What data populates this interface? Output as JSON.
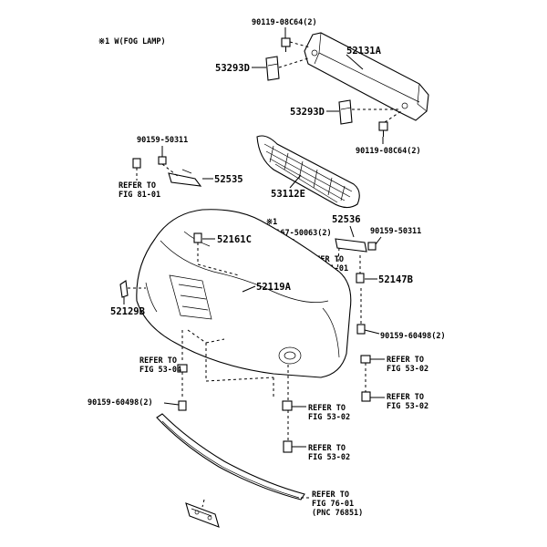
{
  "header": {
    "note": "※1 W(FOG LAMP)"
  },
  "colors": {
    "highlight": "#FFFF3C",
    "ink": "#000000",
    "background": "#FFFFFF"
  },
  "labels": {
    "p90119_top": "90119-08C64(2)",
    "p52131A": "52131A",
    "p53293D_top": "53293D",
    "p53293D_mid": "53293D",
    "p90119_mid": "90119-08C64(2)",
    "p90159_a": "90159-50311",
    "p52535": "52535",
    "refer_81_a_1": "REFER TO",
    "refer_81_a_2": "FIG 81-01",
    "p53112E": "53112E",
    "note_ref": "※1",
    "p90167": "90167-50063(2)",
    "p52536": "52536",
    "p90159_b": "90159-50311",
    "p52161C": "52161C",
    "refer_81_b_1": "REFER TO",
    "refer_81_b_2": "FIG 81-01",
    "p52147B": "52147B",
    "p52119A": "52119A",
    "p52129B": "52129B",
    "p90159_60498_r": "90159-60498(2)",
    "refer_53_04_1": "REFER TO",
    "refer_53_04_2": "FIG 53-04",
    "refer_53_02_a_1": "REFER TO",
    "refer_53_02_a_2": "FIG 53-02",
    "p90159_60498_l": "90159-60498(2)",
    "refer_53_02_b_1": "REFER TO",
    "refer_53_02_b_2": "FIG 53-02",
    "refer_53_02_c_1": "REFER TO",
    "refer_53_02_c_2": "FIG 53-02",
    "refer_53_02_d_1": "REFER TO",
    "refer_53_02_d_2": "FIG 53-02",
    "refer_76_1": "REFER TO",
    "refer_76_2": "FIG 76-01",
    "refer_76_3": "(PNC 76851)"
  }
}
